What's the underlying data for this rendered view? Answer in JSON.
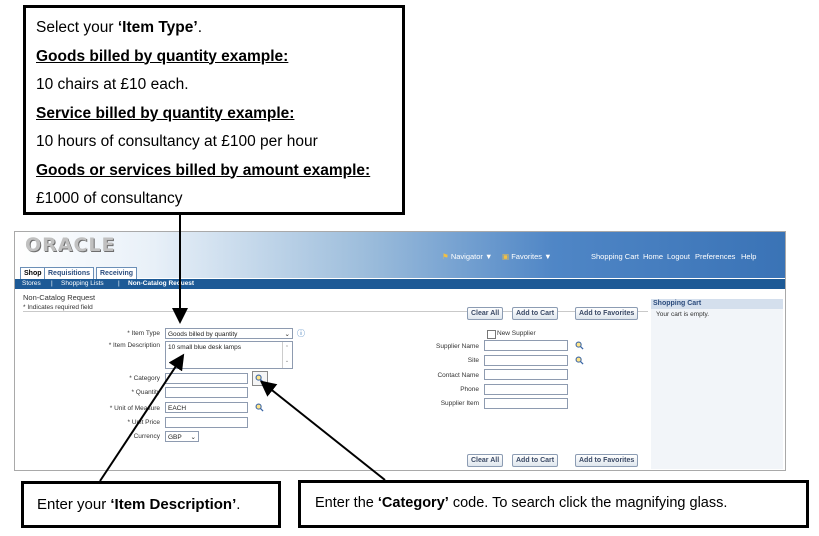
{
  "callouts": {
    "top": {
      "line1_pre": "Select your ",
      "line1_bold": "‘Item Type’",
      "line1_post": ".",
      "goods_qty_heading": "Goods billed by quantity example:",
      "goods_qty_example": "10 chairs at £10 each.",
      "service_qty_heading": "Service billed by quantity example:",
      "service_qty_example": "10 hours of consultancy at £100 per hour",
      "amount_heading": "Goods or services billed by amount example:",
      "amount_example": "£1000 of consultancy"
    },
    "bottom_left": {
      "pre": "Enter your ",
      "bold": "‘Item Description’",
      "post": "."
    },
    "bottom_right": {
      "pre": "Enter the ",
      "bold": "‘Category’",
      "post": " code. To search click the magnifying glass."
    }
  },
  "app": {
    "logo": "ORACLE",
    "header_links": {
      "navigator": "Navigator",
      "favorites": "Favorites",
      "shopping_cart": "Shopping Cart",
      "home": "Home",
      "logout": "Logout",
      "preferences": "Preferences",
      "help": "Help"
    },
    "tabs": [
      "Shop",
      "Requisitions",
      "Receiving"
    ],
    "subnav": {
      "stores": "Stores",
      "shopping_lists": "Shopping Lists",
      "non_catalog": "Non-Catalog Request"
    },
    "page_title": "Non-Catalog Request",
    "required_note": "* Indicates required field",
    "buttons": {
      "clear_all": "Clear All",
      "add_to_cart": "Add to Cart",
      "add_to_favorites": "Add to Favorites"
    },
    "form": {
      "item_type_label": "* Item Type",
      "item_type_value": "Goods billed by quantity",
      "item_description_label": "* Item Description",
      "item_description_value": "10 small blue desk lamps",
      "category_label": "* Category",
      "quantity_label": "* Quantity",
      "uom_label": "* Unit of Measure",
      "uom_value": "EACH",
      "unit_price_label": "* Unit Price",
      "currency_label": "* Currency",
      "currency_value": "GBP",
      "new_supplier_label": "New Supplier",
      "supplier_name_label": "Supplier Name",
      "site_label": "Site",
      "contact_name_label": "Contact Name",
      "phone_label": "Phone",
      "supplier_item_label": "Supplier Item"
    },
    "cart": {
      "title": "Shopping Cart",
      "empty_text": "Your cart is empty."
    }
  },
  "colors": {
    "header_blue": "#3a73b6",
    "subnav_blue": "#1d5a96",
    "callout_border": "#000000"
  },
  "icons": [
    "magnifier-icon",
    "info-icon",
    "navigator-icon",
    "favorites-icon",
    "dropdown-arrow-icon"
  ]
}
